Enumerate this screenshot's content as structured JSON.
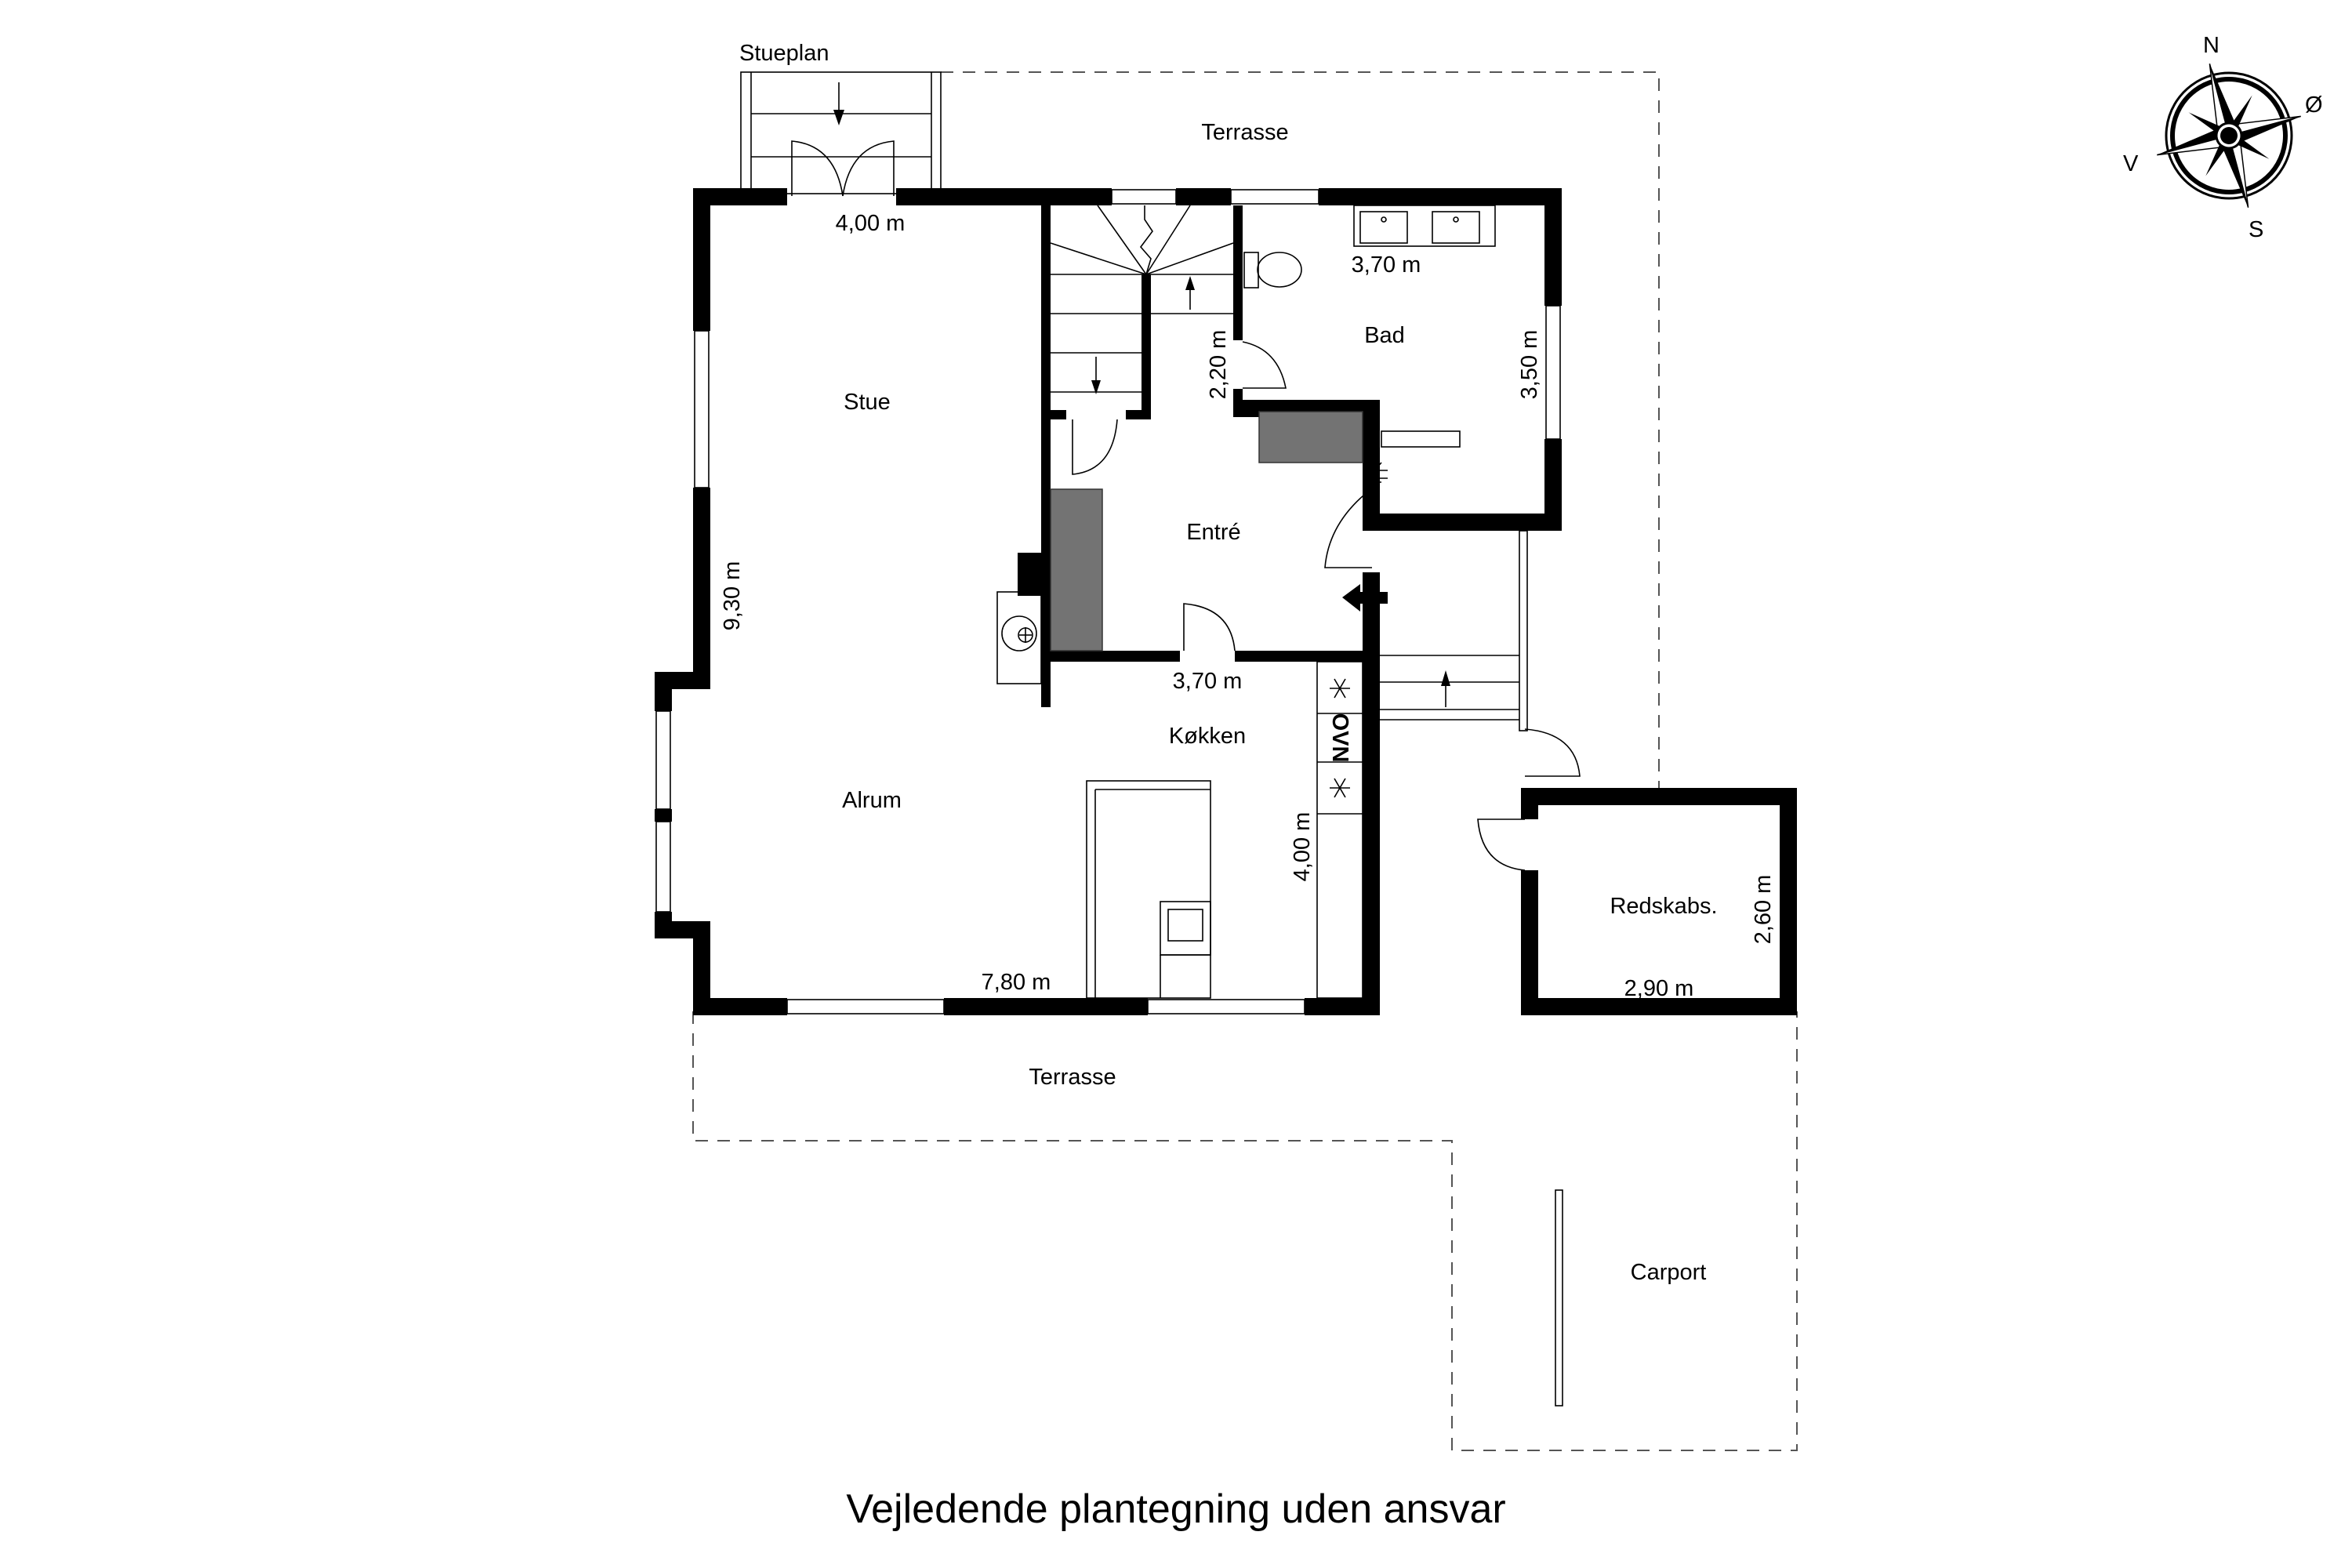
{
  "title": "Stueplan",
  "caption": "Vejledende plantegning uden ansvar",
  "compass": {
    "north": "N",
    "east": "Ø",
    "south": "S",
    "west": "V"
  },
  "rooms": {
    "stue": "Stue",
    "alrum": "Alrum",
    "entre": "Entré",
    "koekken": "Køkken",
    "bad": "Bad",
    "redskabs": "Redskabs.",
    "terrasse_top": "Terrasse",
    "terrasse_bottom": "Terrasse",
    "carport": "Carport"
  },
  "dimensions": {
    "stue_width": "4,00 m",
    "main_height": "9,30 m",
    "main_width": "7,80 m",
    "entre_width": "3,70 m",
    "bad_width": "3,70 m",
    "bad_height": "3,50 m",
    "stair_height": "2,20 m",
    "koekken_height": "4,00 m",
    "redskabs_width": "2,90 m",
    "redskabs_height": "2,60 m"
  },
  "appliances": {
    "oven": "OVN"
  }
}
